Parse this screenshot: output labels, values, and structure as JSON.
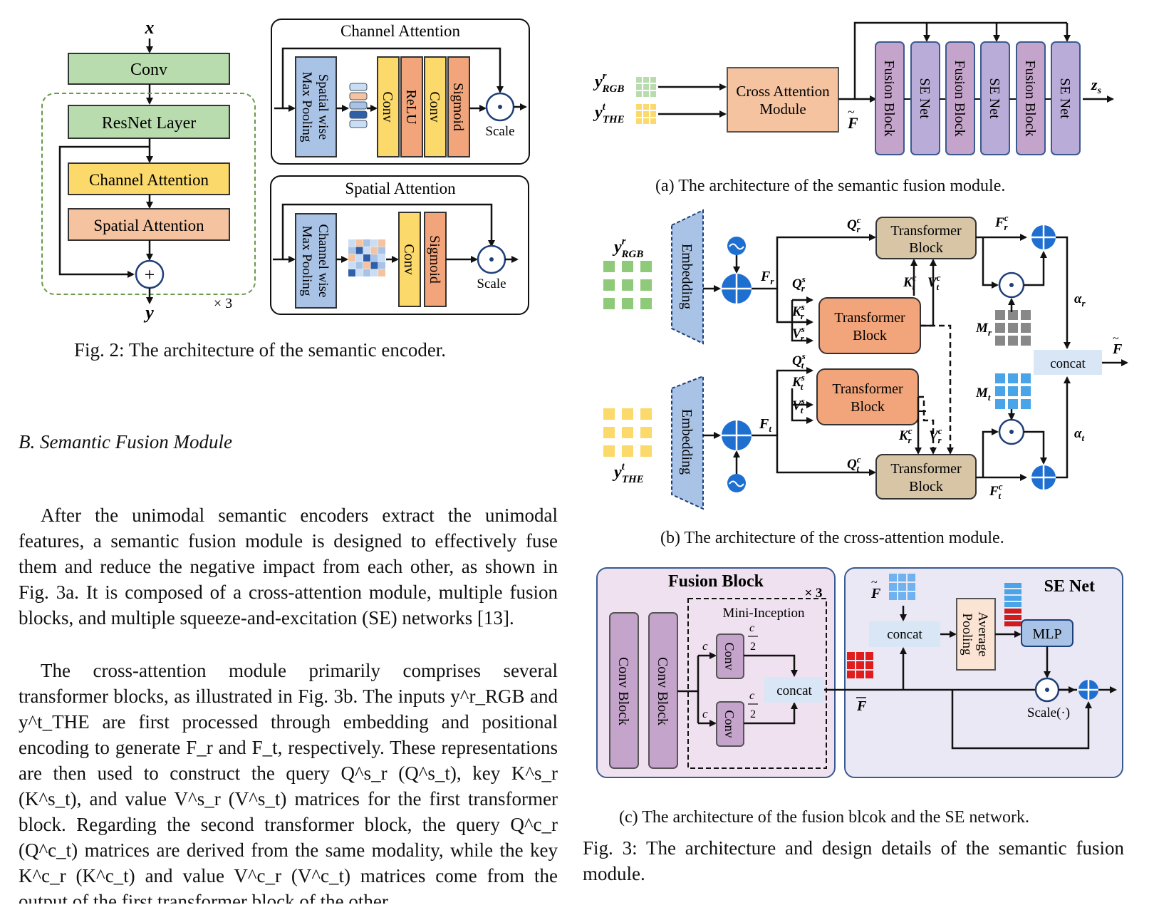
{
  "fig2": {
    "caption": "Fig. 2: The architecture of the semantic encoder.",
    "x_label": "x",
    "y_label": "y",
    "conv": "Conv",
    "resnet": "ResNet Layer",
    "channel_attention": "Channel Attention",
    "spatial_attention": "Spatial Attention",
    "repeat": "× 3",
    "ca_title": "Channel Attention",
    "ca_pool_1": "Spatial wise",
    "ca_pool_2": "Max Pooling",
    "ca_conv1": "Conv",
    "ca_relu": "ReLU",
    "ca_conv2": "Conv",
    "ca_sigmoid": "Sigmoid",
    "ca_scale": "Scale",
    "sa_title": "Spatial Attention",
    "sa_pool_1": "Channel wise",
    "sa_pool_2": "Max Pooling",
    "sa_conv": "Conv",
    "sa_sigmoid": "Sigmoid",
    "sa_scale": "Scale"
  },
  "fig3a": {
    "caption": "(a) The architecture of the semantic fusion module.",
    "cross_attention_1": "Cross Attention",
    "cross_attention_2": "Module",
    "blocks": [
      "Fusion Block",
      "SE Net",
      "Fusion Block",
      "SE Net",
      "Fusion Block",
      "SE Net"
    ],
    "output": "z",
    "output_sub": "s"
  },
  "fig3b": {
    "caption": "(b) The architecture of the cross-attention module.",
    "embedding": "Embedding",
    "transformer_1": "Transformer",
    "transformer_2": "Block",
    "concat": "concat"
  },
  "fig3c": {
    "caption": "(c) The architecture of the fusion blcok and the SE network.",
    "fusion_block_title": "Fusion Block",
    "se_net_title": "SE Net",
    "repeat": "× 3",
    "mini_inception": "Mini-Inception",
    "conv_block": "Conv Block",
    "conv": "Conv",
    "concat": "concat",
    "average_pooling_1": "Average",
    "average_pooling_2": "Pooling",
    "mlp": "MLP",
    "scale": "Scale(·)"
  },
  "section_heading": "B.  Semantic Fusion Module",
  "paragraph1": "After the unimodal semantic encoders extract the unimodal features, a semantic fusion module is designed to effectively fuse them and reduce the negative impact from each other, as shown in Fig. 3a. It is composed of a cross-attention module, multiple fusion blocks, and multiple squeeze-and-excitation (SE) networks [13].",
  "paragraph2": "The cross-attention module primarily comprises several transformer blocks, as illustrated in Fig. 3b. The inputs y^r_RGB and y^t_THE are first processed through embedding and positional encoding to generate F_r and F_t, respectively. These representations are then used to construct the query Q^s_r (Q^s_t), key K^s_r (K^s_t), and value V^s_r (V^s_t) matrices for the first transformer block. Regarding the second transformer block, the query Q^c_r (Q^c_t) matrices are derived from the same modality, while the key K^c_r (K^c_t) and value V^c_r (V^c_t) matrices come from the output of the first transformer block of the other",
  "fig3_caption": "Fig. 3: The architecture and design details of the semantic fusion module.",
  "colors": {
    "green": "#b8dcae",
    "yellow": "#fbd96a",
    "salmon": "#f5c3a0",
    "orange": "#f2a47a",
    "lavender": "#c5a4cc",
    "blue_pool": "#a9c3e6",
    "tan": "#d7c5a6",
    "accent_blue": "#1f6fd0"
  }
}
